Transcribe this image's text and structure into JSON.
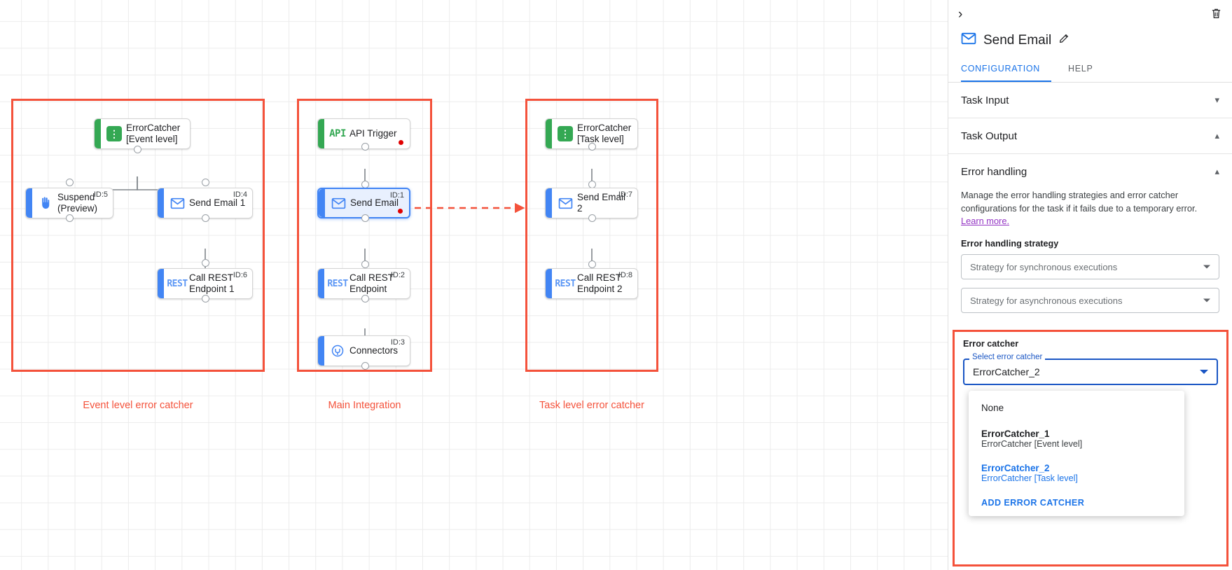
{
  "canvas": {
    "groups": [
      {
        "caption": "Event level error catcher"
      },
      {
        "caption": "Main Integration"
      },
      {
        "caption": "Task level error catcher"
      }
    ],
    "nodes": [
      {
        "key": "errorcatcher_event",
        "label": "ErrorCatcher\n[Event level]",
        "icon": "error-catcher-icon",
        "id": ""
      },
      {
        "key": "suspend",
        "label": "Suspend\n(Preview)",
        "icon": "hand-icon",
        "id": "ID:5"
      },
      {
        "key": "send_email_1",
        "label": "Send Email 1",
        "icon": "envelope-icon",
        "id": "ID:4"
      },
      {
        "key": "call_rest_1",
        "label": "Call REST\nEndpoint 1",
        "icon": "rest-icon",
        "id": "ID:6"
      },
      {
        "key": "api_trigger",
        "label": "API Trigger",
        "icon": "api-icon",
        "id": ""
      },
      {
        "key": "send_email",
        "label": "Send Email",
        "icon": "envelope-icon",
        "id": "ID:1"
      },
      {
        "key": "call_rest",
        "label": "Call REST\nEndpoint",
        "icon": "rest-icon",
        "id": "ID:2"
      },
      {
        "key": "connectors",
        "label": "Connectors",
        "icon": "connectors-icon",
        "id": "ID:3"
      },
      {
        "key": "errorcatcher_task",
        "label": "ErrorCatcher\n[Task level]",
        "icon": "error-catcher-icon",
        "id": ""
      },
      {
        "key": "send_email_2",
        "label": "Send Email 2",
        "icon": "envelope-icon",
        "id": "ID:7"
      },
      {
        "key": "call_rest_2",
        "label": "Call REST\nEndpoint 2",
        "icon": "rest-icon",
        "id": "ID:8"
      }
    ]
  },
  "panel": {
    "collapse_icon": "chevron-right-icon",
    "delete_icon": "trash-icon",
    "title": "Send Email",
    "title_icon": "envelope-icon",
    "edit_icon": "pencil-icon",
    "tabs": [
      {
        "label": "CONFIGURATION",
        "active": true
      },
      {
        "label": "HELP",
        "active": false
      }
    ],
    "sections": [
      {
        "title": "Task Input",
        "state": "collapsed",
        "caret": "chevron-down-icon"
      },
      {
        "title": "Task Output",
        "state": "expanded",
        "caret": "chevron-up-icon"
      },
      {
        "title": "Error handling",
        "state": "expanded",
        "caret": "chevron-up-icon"
      }
    ],
    "error_handling": {
      "description": "Manage the error handling strategies and error catcher configurations for the task if it fails due to a temporary error.",
      "learn_more": "Learn more.",
      "strategy_label": "Error handling strategy",
      "sync_placeholder": "Strategy for synchronous executions",
      "async_placeholder": "Strategy for asynchronous executions"
    },
    "error_catcher": {
      "title": "Error catcher",
      "field_legend": "Select error catcher",
      "value": "ErrorCatcher_2",
      "options": [
        {
          "primary": "None",
          "secondary": "",
          "selected": false,
          "bold": false
        },
        {
          "primary": "ErrorCatcher_1",
          "secondary": "ErrorCatcher [Event level]",
          "selected": false,
          "bold": true
        },
        {
          "primary": "ErrorCatcher_2",
          "secondary": "ErrorCatcher [Task level]",
          "selected": true,
          "bold": true
        }
      ],
      "add_label": "ADD ERROR CATCHER"
    }
  },
  "colors": {
    "accent_blue": "#4285f4",
    "link_blue": "#1a73e8",
    "green": "#34a853",
    "highlight_red": "#f4523b",
    "error_dot": "#e00000",
    "purple_link": "#9334c4"
  }
}
